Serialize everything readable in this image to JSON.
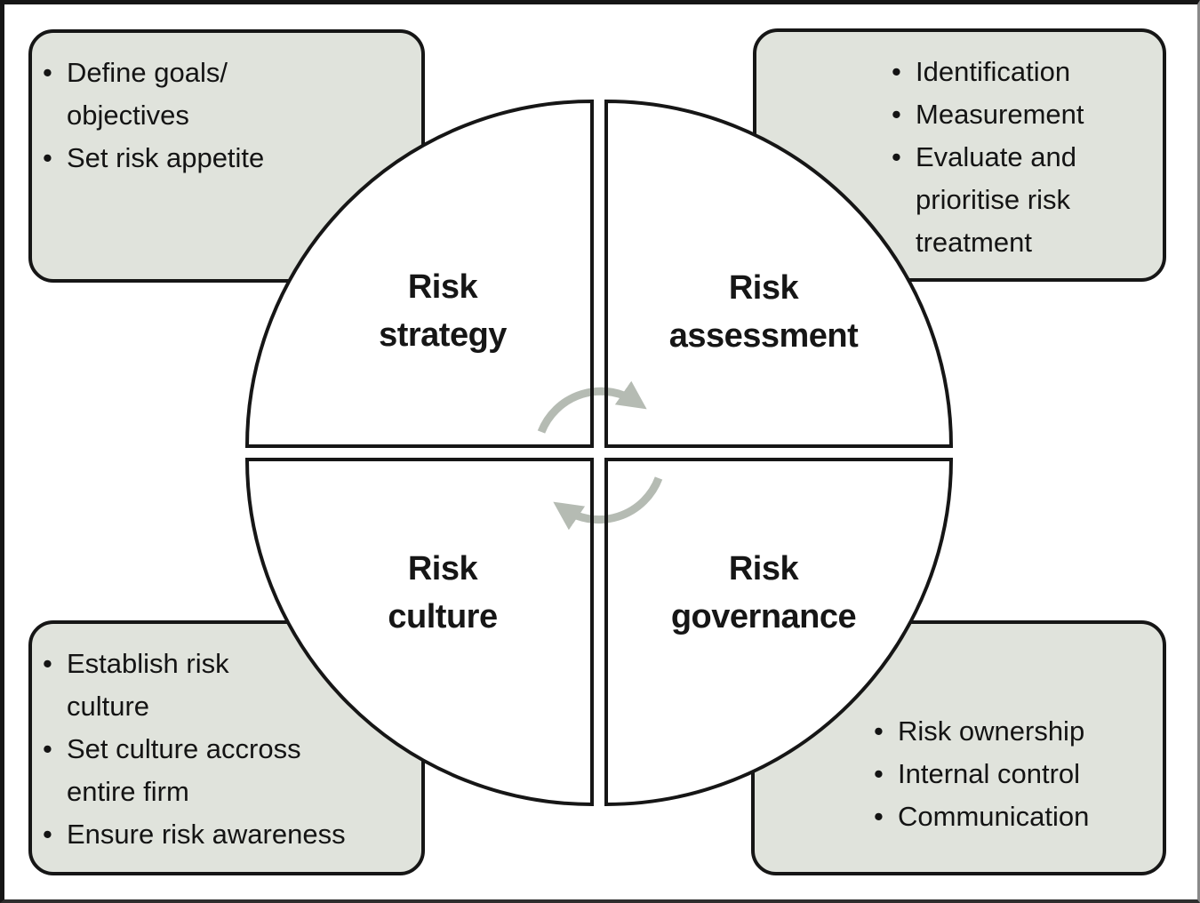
{
  "figure": {
    "bullet_glyph": "•",
    "colors": {
      "background": "#ffffff",
      "box_fill": "#e0e3dc",
      "line": "#161616",
      "arrow": "#b5bbb3"
    },
    "quadrants": {
      "strategy": {
        "label": "Risk\nstrategy"
      },
      "assessment": {
        "label": "Risk\nassessment"
      },
      "culture": {
        "label": "Risk\nculture"
      },
      "governance": {
        "label": "Risk\ngovernance"
      }
    },
    "boxes": {
      "top_left": {
        "items": [
          "Define goals/\nobjectives",
          "Set risk appetite"
        ]
      },
      "top_right": {
        "items": [
          "Identification",
          "Measurement",
          "Evaluate and\nprioritise risk\ntreatment"
        ]
      },
      "bottom_left": {
        "items": [
          "Establish risk\nculture",
          "Set culture accross\nentire firm",
          "Ensure risk awareness"
        ]
      },
      "bottom_right": {
        "items": [
          "Risk ownership",
          "Internal control",
          "Communication"
        ]
      }
    }
  }
}
